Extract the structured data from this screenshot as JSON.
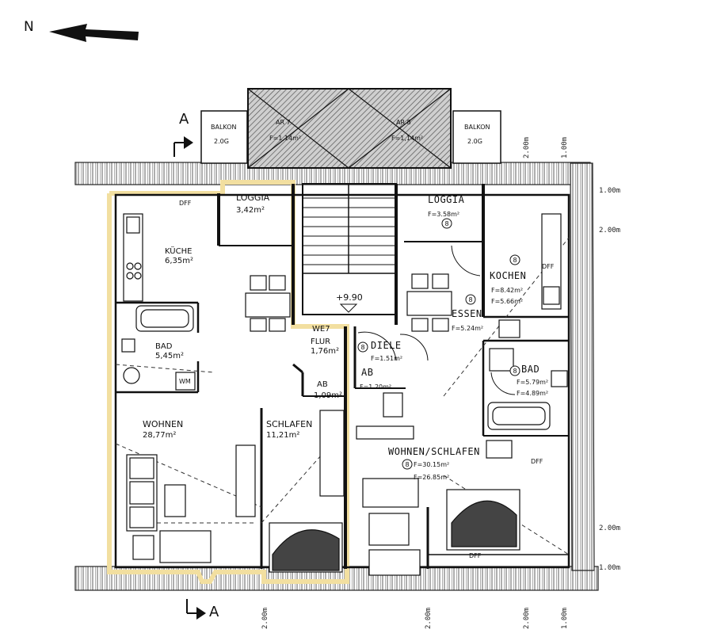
{
  "north": "N",
  "section_top": "A",
  "section_bottom": "A",
  "roof": {
    "left": "AR 7",
    "right": "AR 8",
    "left_f": "F=1,14m²",
    "right_f": "F=1,14m²"
  },
  "balcony_left": {
    "name": "BALKON",
    "value": "2.0G"
  },
  "balcony_right": {
    "name": "BALKON",
    "value": "2.0G"
  },
  "unit_we7": {
    "label": "WE7",
    "rooms": [
      {
        "name": "LOGGIA",
        "area": "3,42m²"
      },
      {
        "name": "KÜCHE",
        "area": "6,35m²"
      },
      {
        "name": "BAD",
        "area": "5,45m²"
      },
      {
        "name": "WOHNEN",
        "area": "28,77m²"
      },
      {
        "name": "FLUR",
        "area": "1,76m²"
      },
      {
        "name": "AB",
        "area": "1,09m²"
      },
      {
        "name": "SCHLAFEN",
        "area": "11,21m²"
      }
    ],
    "dff": "DFF",
    "wm": "WM"
  },
  "unit_we8": {
    "rooms": [
      {
        "name": "LOGGIA",
        "area": "F=3.58m²",
        "num": "8"
      },
      {
        "name": "KOCHEN",
        "area1": "F=8.42m²",
        "area2": "F=5.66m²",
        "num": "8"
      },
      {
        "name": "ESSEN",
        "area": "F=5.24m²",
        "num": "8"
      },
      {
        "name": "DIELE",
        "area": "F=1.51m²",
        "num": "8"
      },
      {
        "name": "AB",
        "area": "F=1.20m²"
      },
      {
        "name": "BAD",
        "area1": "F=5.79m²",
        "area2": "F=4.89m²",
        "num": "8"
      },
      {
        "name": "WOHNEN/SCHLAFEN",
        "area1": "F=30.15m²",
        "area2": "F=26.85m²",
        "num": "8"
      }
    ],
    "dff_top": "DFF",
    "dff_mid": "DFF",
    "dff_bottom": "DFF"
  },
  "stair_level": "+9.90",
  "dims_right": [
    "1.00m",
    "2.00m",
    "2.00m",
    "1.00m"
  ],
  "dims_top": [
    "2.00m",
    "1.00m"
  ],
  "dims_bottom": [
    "2.00m",
    "2.00m",
    "2.00m",
    "1.00m"
  ],
  "colors": {
    "highlight": "#f2dfa0",
    "line": "#111111",
    "hatch": "#6a6a6a"
  }
}
